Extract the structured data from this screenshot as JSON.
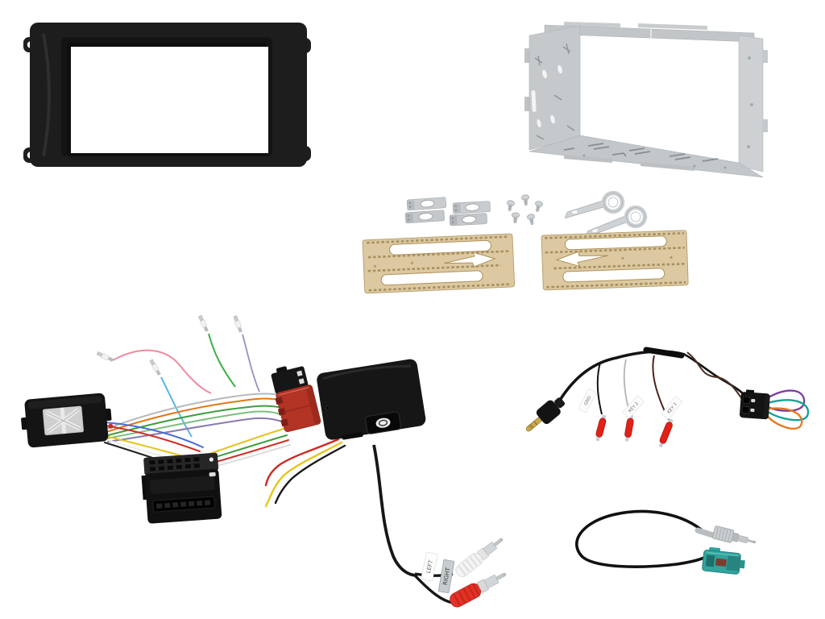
{
  "scene": {
    "description": "Double DIN car stereo installation kit parts photographed on a white background",
    "background_color": "#ffffff"
  },
  "parts": {
    "fascia": {
      "name": "Double DIN fascia adaptor panel",
      "color": "#1d1d1d"
    },
    "cage": {
      "name": "Double DIN metal mounting cage",
      "color": "#c5c9cc"
    },
    "brackets": {
      "name": "Metal fixing brackets",
      "count": 4,
      "color": "#c9cdd0"
    },
    "screws": {
      "name": "Fixing screws",
      "count": 5,
      "color": "#c2c6c9"
    },
    "removal_keys": {
      "name": "Radio release keys",
      "count": 2,
      "color": "#ced2d4"
    },
    "side_plates": {
      "name": "Gold perforated side mounting plates",
      "count": 2,
      "color": "#dcc9a2"
    },
    "swc_box": {
      "name": "Steering wheel control interface box",
      "color": "#141414"
    },
    "canbus_box": {
      "name": "CAN-bus interface box",
      "color": "#161616"
    },
    "quadlock": {
      "name": "Quadlock harness connector",
      "color": "#131313"
    },
    "iso_connectors": {
      "name": "ISO harness connectors",
      "colors": [
        "#161616",
        "#b33325"
      ]
    },
    "rca_plugs": {
      "name": "Stereo RCA audio plugs",
      "colors": [
        "#f4f4f4",
        "#e23126"
      ]
    },
    "patch_lead": {
      "name": "Steering wheel control patch lead with 3.5mm jack",
      "loop_colors": [
        "#7a3f9e",
        "#17a195",
        "#e8761c"
      ]
    },
    "antenna_adapter": {
      "name": "Fakra to DIN aerial adapter lead",
      "fakra_color": "#31a49e"
    }
  },
  "labels": {
    "rca_left": "LEFT",
    "rca_right": "RIGHT",
    "patch_gnd": "GND",
    "patch_key2": "KEY 2",
    "patch_key1": "KEY 1"
  }
}
